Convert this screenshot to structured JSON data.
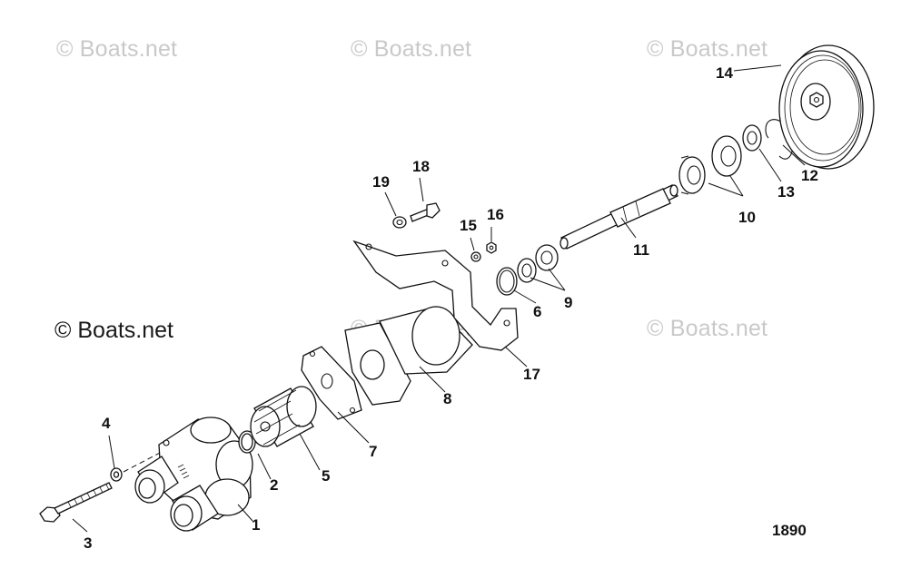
{
  "watermarks": [
    "© Boats.net",
    "© Boats.net",
    "© Boats.net",
    "© Boats.net",
    "© Boats.net"
  ],
  "watermark_main": "© Boats.net",
  "reference_code": "1890",
  "callouts": [
    "1",
    "2",
    "3",
    "4",
    "5",
    "6",
    "7",
    "8",
    "9",
    "10",
    "11",
    "12",
    "13",
    "14",
    "15",
    "16",
    "17",
    "18",
    "19"
  ],
  "colors": {
    "line": "#111111",
    "watermark": "#c9c9c9",
    "background": "#ffffff"
  }
}
